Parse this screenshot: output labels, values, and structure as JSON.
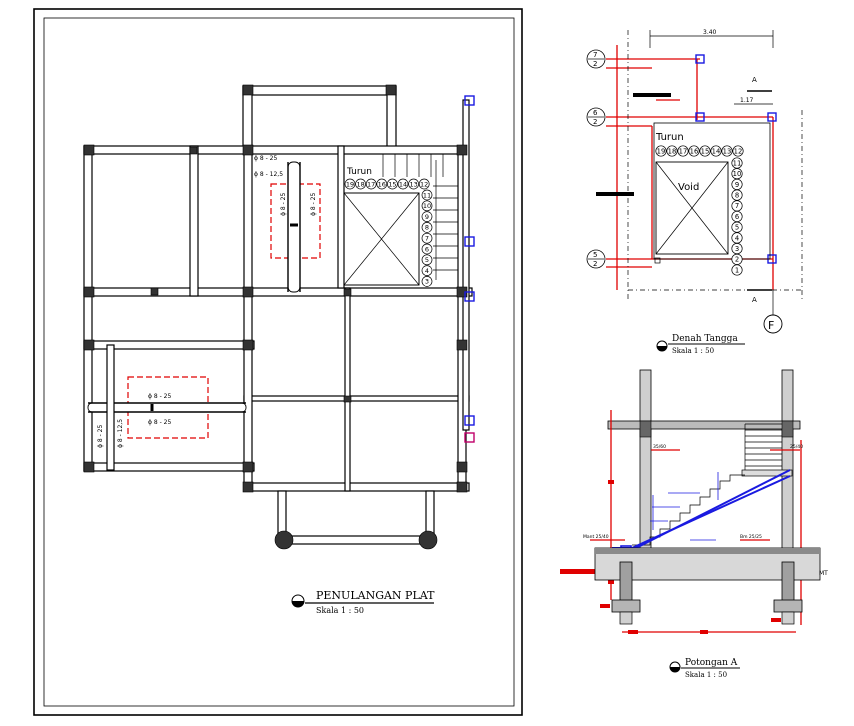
{
  "plan": {
    "title": "PENULANGAN PLAT",
    "scale": "Skala 1 : 50",
    "rebar_labels_top": [
      "ϕ 8 - 25",
      "ϕ 8 - 12,5",
      "ϕ 8 - 25",
      "ϕ 8 - 25"
    ],
    "rebar_labels_bottom": [
      "ϕ 8 - 25",
      "ϕ 8 - 25",
      "ϕ 8 - 25",
      "ϕ 8 - 12,5"
    ],
    "stair_label": "Turun",
    "stair_numbers": [
      "19",
      "18",
      "17",
      "16",
      "15",
      "14",
      "13",
      "12",
      "11",
      "10",
      "9",
      "8",
      "7",
      "6",
      "5",
      "4",
      "3"
    ]
  },
  "denah": {
    "title": "Denah Tangga",
    "scale": "Skala 1 : 50",
    "dim_total": "3.40",
    "dim_part": "1.17",
    "section_mark": "A",
    "axis_labels": [
      {
        "num": "7",
        "den": "2"
      },
      {
        "num": "6",
        "den": "2"
      },
      {
        "num": "5",
        "den": "2"
      }
    ],
    "grid_letter": "F",
    "stair_label": "Turun",
    "void_label": "Void",
    "top_numbers": [
      "19",
      "18",
      "17",
      "16",
      "15",
      "14",
      "13",
      "12"
    ],
    "side_numbers": [
      "11",
      "10",
      "9",
      "8",
      "7",
      "6",
      "5",
      "4",
      "3",
      "2",
      "1"
    ]
  },
  "potongan": {
    "title": "Potongan A",
    "scale": "Skala 1 : 50",
    "beam_labels": [
      "35/60",
      "25/40",
      "Mant 25/40",
      "Bm 25/25"
    ],
    "suffix_label": "MT"
  }
}
